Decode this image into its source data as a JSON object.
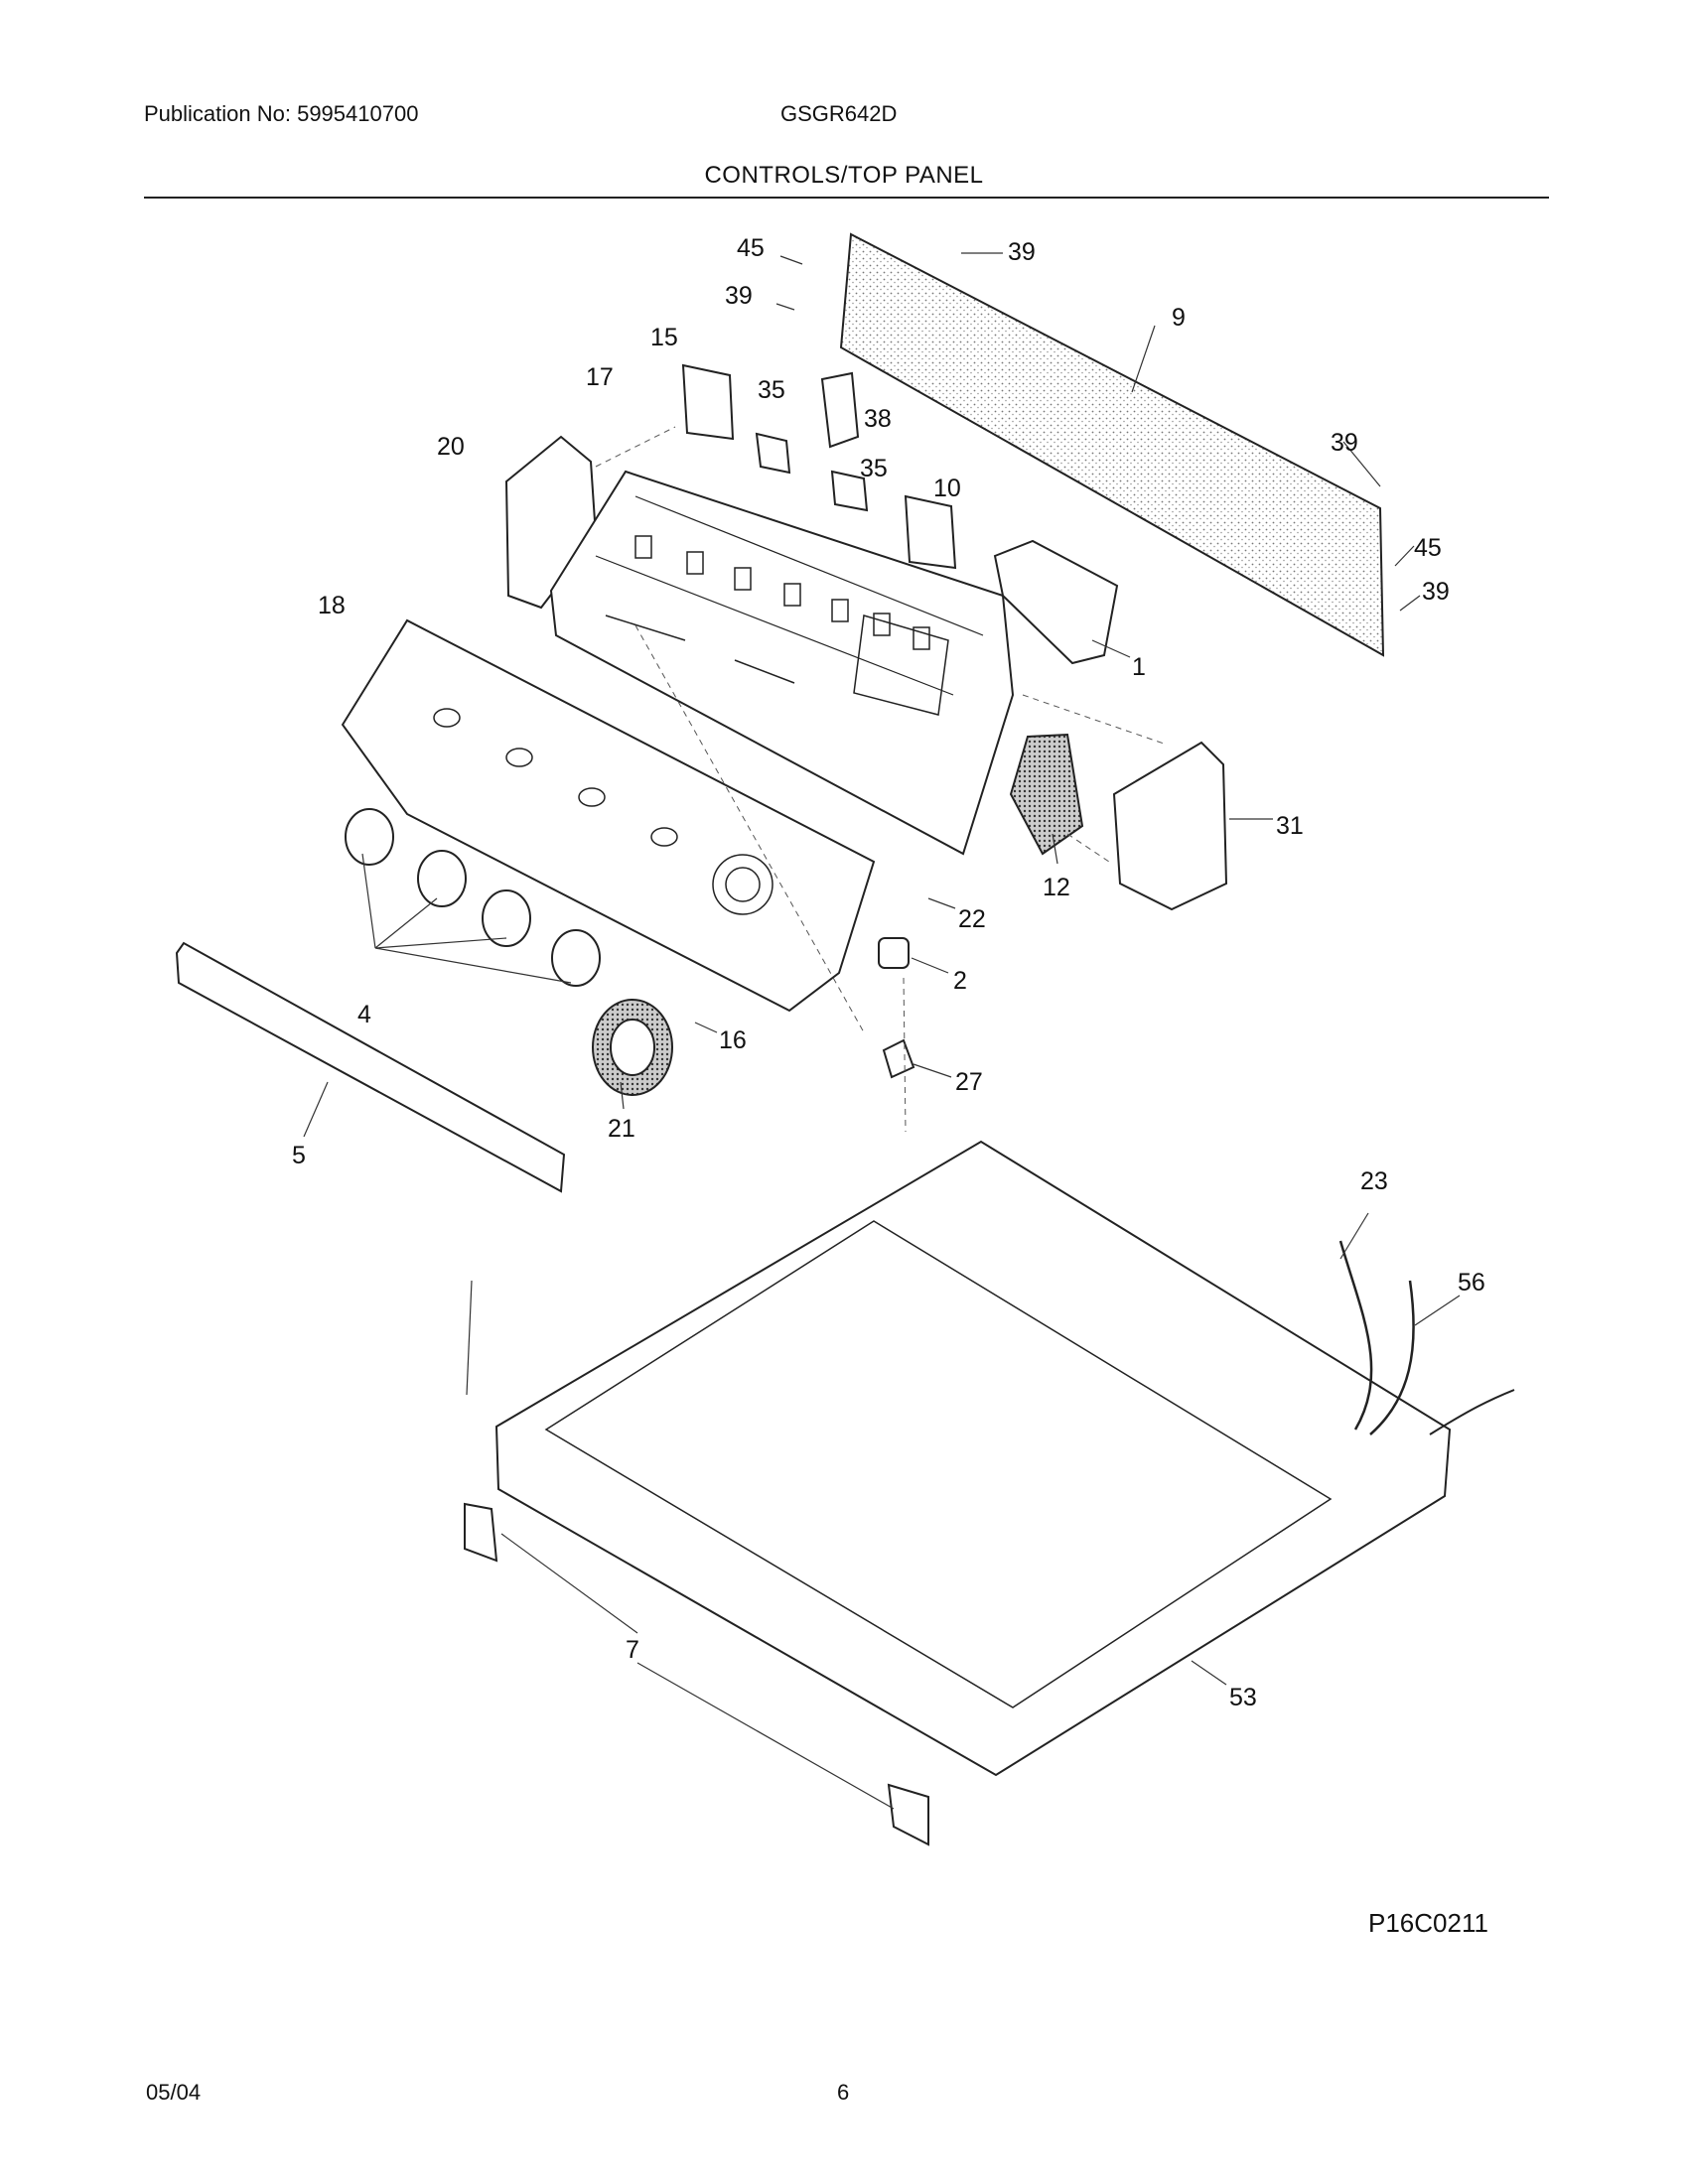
{
  "header": {
    "publication": "Publication No: 5995410700",
    "model": "GSGR642D",
    "section_title": "CONTROLS/TOP PANEL"
  },
  "diagram": {
    "callouts": [
      "45",
      "39",
      "39",
      "15",
      "17",
      "35",
      "38",
      "9",
      "20",
      "35",
      "10",
      "39",
      "45",
      "39",
      "18",
      "1",
      "31",
      "12",
      "22",
      "2",
      "4",
      "16",
      "27",
      "21",
      "5",
      "23",
      "56",
      "7",
      "53"
    ],
    "figure_code": "P16C0211"
  },
  "footer": {
    "date": "05/04",
    "page": "6"
  },
  "colors": {
    "line": "#222222",
    "fill": "#ffffff",
    "stipple": "#9a9a9a"
  }
}
